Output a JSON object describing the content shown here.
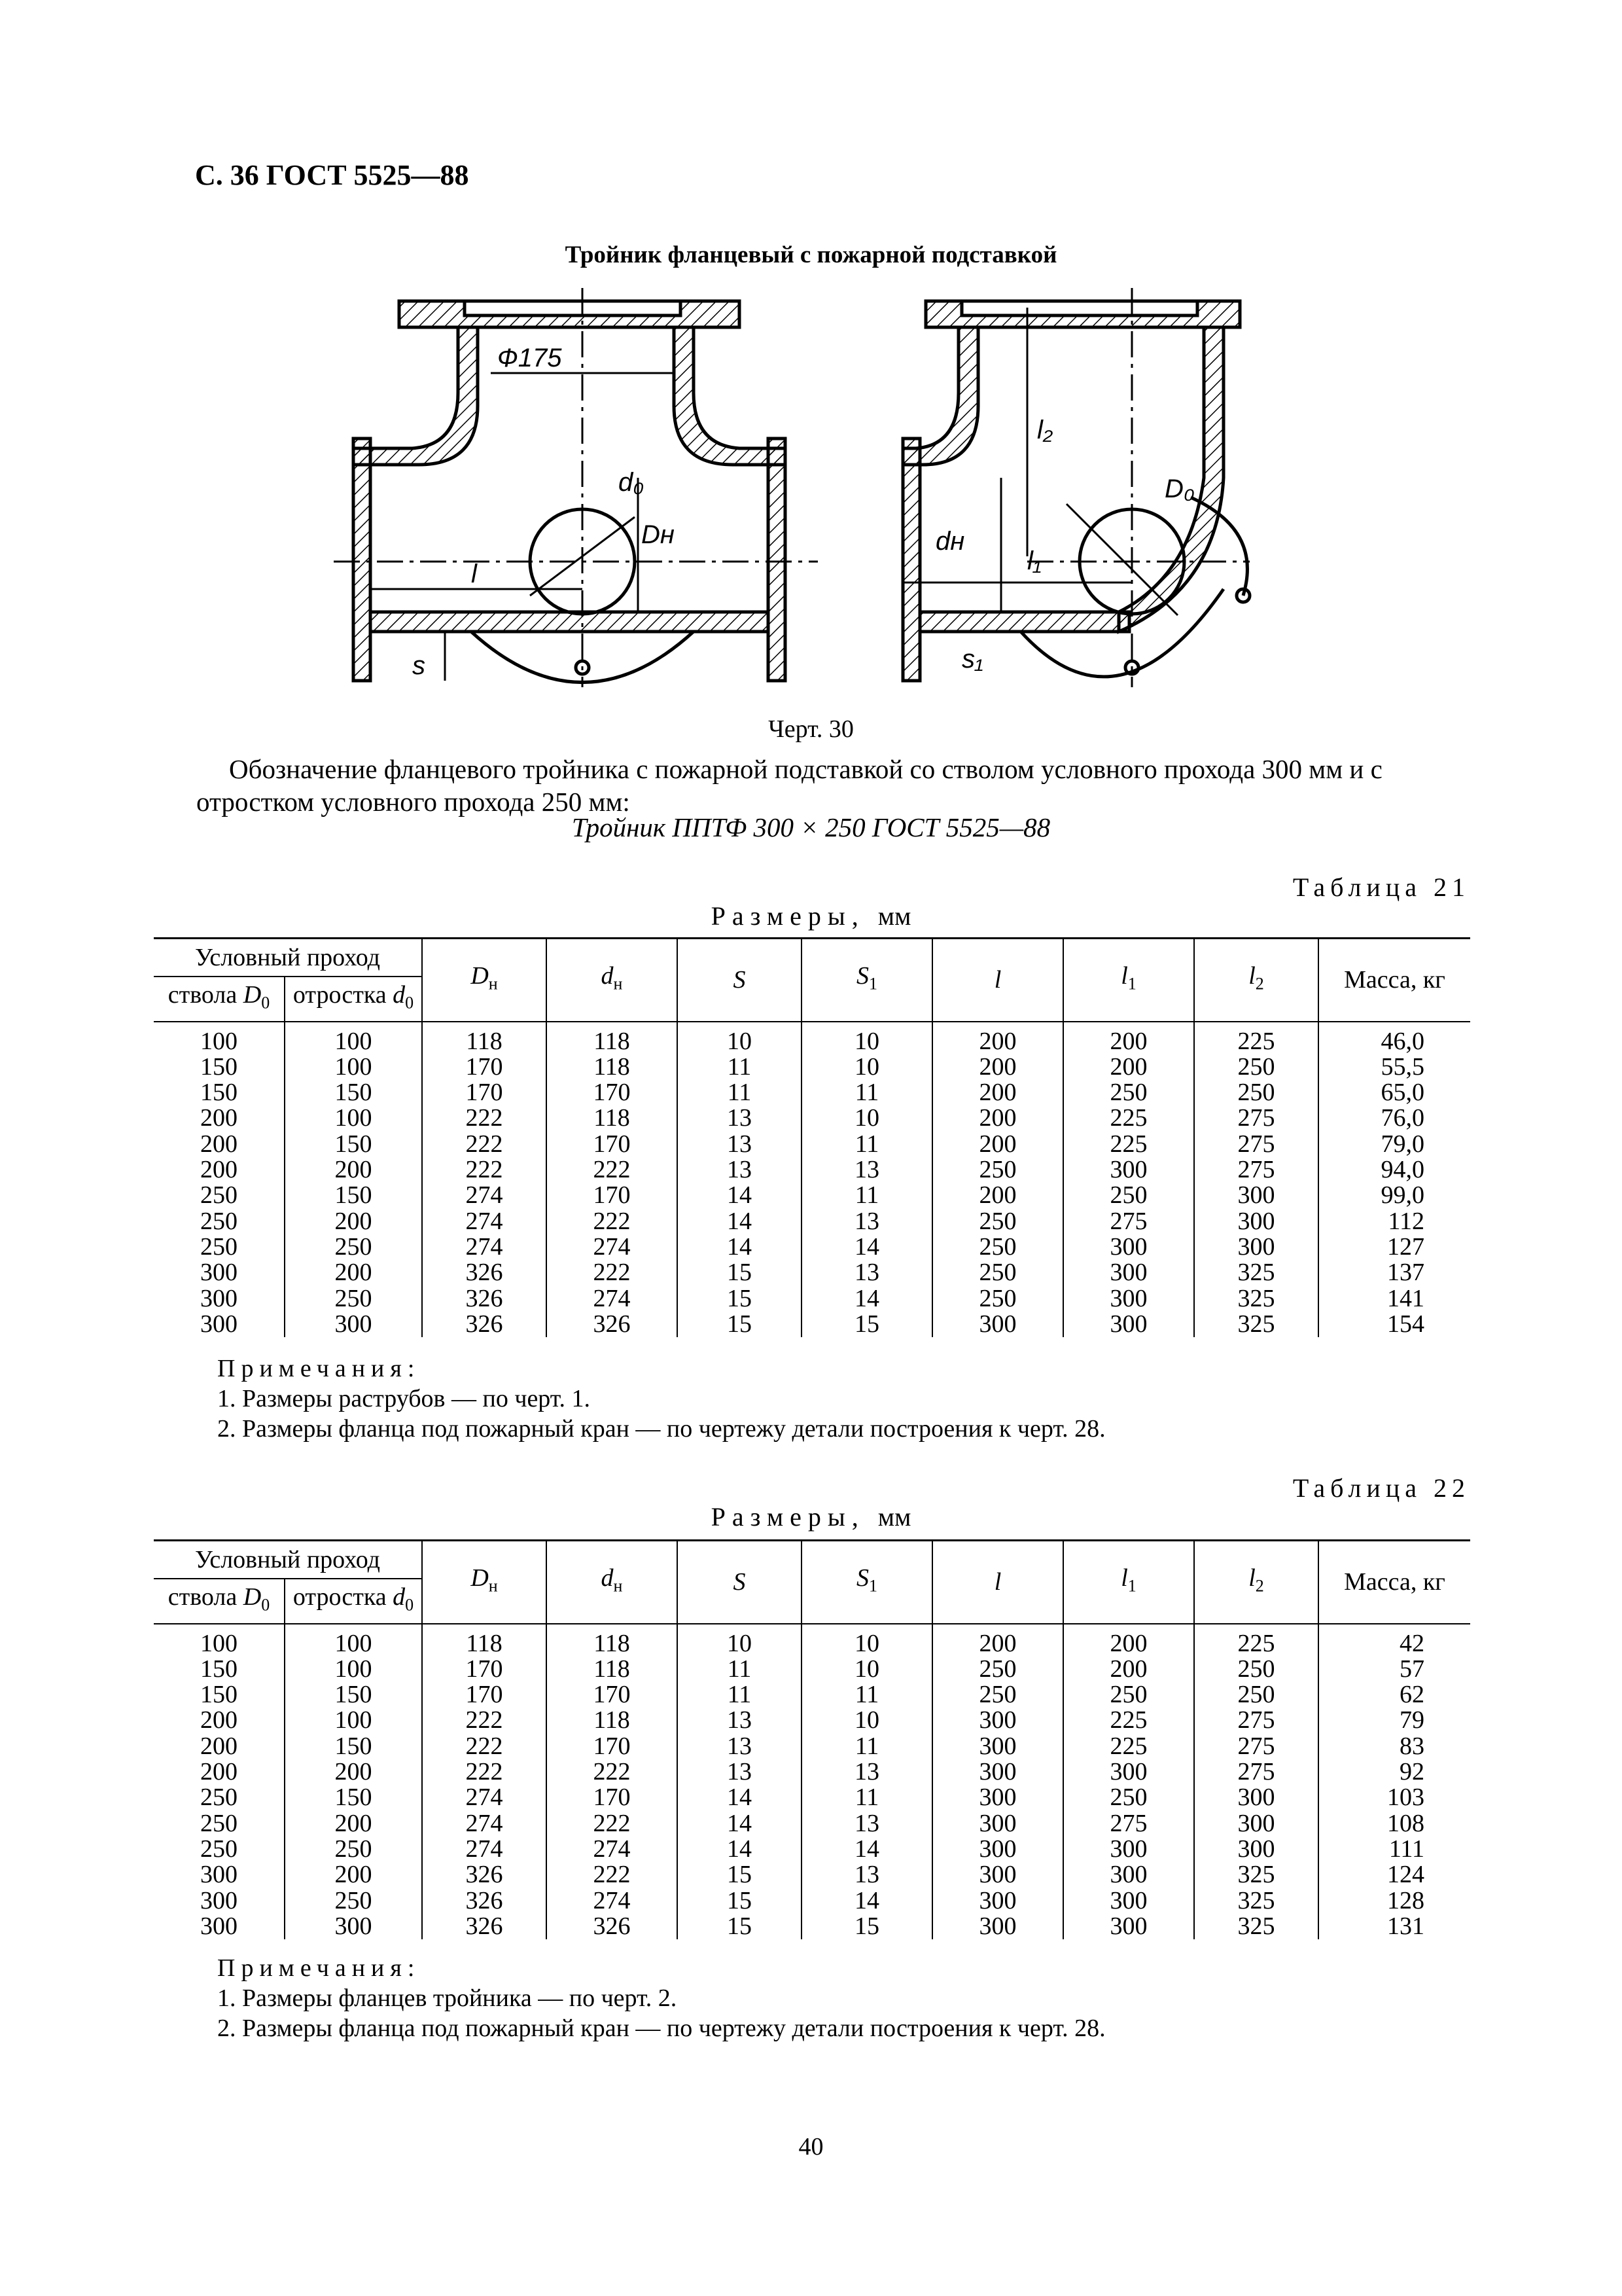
{
  "header": "С. 36 ГОСТ 5525—88",
  "figure_title": "Тройник фланцевый с пожарной подставкой",
  "drawing_labels": {
    "phi175": "Ф175",
    "d0": "d₀",
    "Dn": "Dн",
    "l": "l",
    "s": "s",
    "l2": "l₂",
    "D0": "D₀",
    "dn": "dн",
    "l1": "l₁",
    "s1": "s₁"
  },
  "caption": "Черт. 30",
  "paragraph": "Обозначение фланцевого тройника с пожарной подставкой со стволом условного прохода 300 мм и с отростком условного прохода 250 мм:",
  "designation": "Тройник ППТФ 300 × 250 ГОСТ 5525—88",
  "columns": {
    "group": "Условный проход",
    "d0_main": "ствола",
    "d0_main_sym": "D",
    "d0_branch": "отростка",
    "d0_branch_sym": "d",
    "sub0": "0",
    "Dn": "D",
    "dn": "d",
    "sub_n": "н",
    "S": "S",
    "S1": "S",
    "sub1": "1",
    "l": "l",
    "l1": "l",
    "l2": "l",
    "sub2": "2",
    "mass": "Масса, кг"
  },
  "table21": {
    "number": "Таблица 21",
    "subtitle_word": "Размеры,",
    "subtitle_unit": "мм",
    "rows": [
      [
        "100",
        "100",
        "118",
        "118",
        "10",
        "10",
        "200",
        "200",
        "225",
        "46,0"
      ],
      [
        "150",
        "100",
        "170",
        "118",
        "11",
        "10",
        "200",
        "200",
        "250",
        "55,5"
      ],
      [
        "150",
        "150",
        "170",
        "170",
        "11",
        "11",
        "200",
        "250",
        "250",
        "65,0"
      ],
      [
        "200",
        "100",
        "222",
        "118",
        "13",
        "10",
        "200",
        "225",
        "275",
        "76,0"
      ],
      [
        "200",
        "150",
        "222",
        "170",
        "13",
        "11",
        "200",
        "225",
        "275",
        "79,0"
      ],
      [
        "200",
        "200",
        "222",
        "222",
        "13",
        "13",
        "250",
        "300",
        "275",
        "94,0"
      ],
      [
        "250",
        "150",
        "274",
        "170",
        "14",
        "11",
        "200",
        "250",
        "300",
        "99,0"
      ],
      [
        "250",
        "200",
        "274",
        "222",
        "14",
        "13",
        "250",
        "275",
        "300",
        "112"
      ],
      [
        "250",
        "250",
        "274",
        "274",
        "14",
        "14",
        "250",
        "300",
        "300",
        "127"
      ],
      [
        "300",
        "200",
        "326",
        "222",
        "15",
        "13",
        "250",
        "300",
        "325",
        "137"
      ],
      [
        "300",
        "250",
        "326",
        "274",
        "15",
        "14",
        "250",
        "300",
        "325",
        "141"
      ],
      [
        "300",
        "300",
        "326",
        "326",
        "15",
        "15",
        "300",
        "300",
        "325",
        "154"
      ]
    ],
    "notes_heading": "Примечания:",
    "notes": [
      "1. Размеры раструбов — по черт. 1.",
      "2. Размеры фланца под пожарный кран — по чертежу детали построения к черт. 28."
    ]
  },
  "table22": {
    "number": "Таблица 22",
    "subtitle_word": "Размеры,",
    "subtitle_unit": "мм",
    "rows": [
      [
        "100",
        "100",
        "118",
        "118",
        "10",
        "10",
        "200",
        "200",
        "225",
        "42"
      ],
      [
        "150",
        "100",
        "170",
        "118",
        "11",
        "10",
        "250",
        "200",
        "250",
        "57"
      ],
      [
        "150",
        "150",
        "170",
        "170",
        "11",
        "11",
        "250",
        "250",
        "250",
        "62"
      ],
      [
        "200",
        "100",
        "222",
        "118",
        "13",
        "10",
        "300",
        "225",
        "275",
        "79"
      ],
      [
        "200",
        "150",
        "222",
        "170",
        "13",
        "11",
        "300",
        "225",
        "275",
        "83"
      ],
      [
        "200",
        "200",
        "222",
        "222",
        "13",
        "13",
        "300",
        "300",
        "275",
        "92"
      ],
      [
        "250",
        "150",
        "274",
        "170",
        "14",
        "11",
        "300",
        "250",
        "300",
        "103"
      ],
      [
        "250",
        "200",
        "274",
        "222",
        "14",
        "13",
        "300",
        "275",
        "300",
        "108"
      ],
      [
        "250",
        "250",
        "274",
        "274",
        "14",
        "14",
        "300",
        "300",
        "300",
        "111"
      ],
      [
        "300",
        "200",
        "326",
        "222",
        "15",
        "13",
        "300",
        "300",
        "325",
        "124"
      ],
      [
        "300",
        "250",
        "326",
        "274",
        "15",
        "14",
        "300",
        "300",
        "325",
        "128"
      ],
      [
        "300",
        "300",
        "326",
        "326",
        "15",
        "15",
        "300",
        "300",
        "325",
        "131"
      ]
    ],
    "notes_heading": "Примечания:",
    "notes": [
      "1. Размеры фланцев тройника — по черт. 2.",
      "2. Размеры фланца под пожарный кран — по чертежу детали построения к черт. 28."
    ]
  },
  "page_number": "40"
}
